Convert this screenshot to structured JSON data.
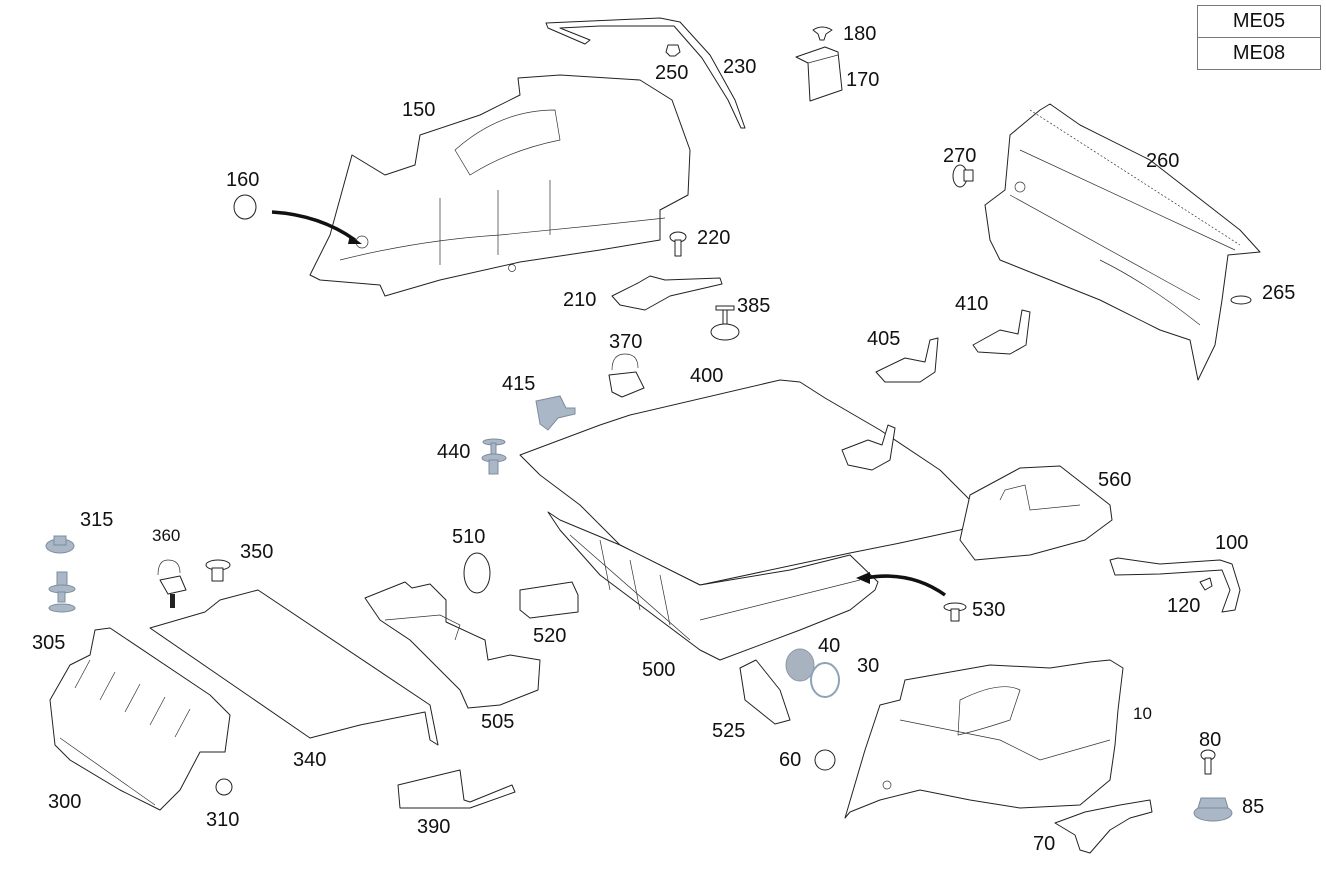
{
  "diagram": {
    "type": "exploded-parts-diagram",
    "subject": "trunk / luggage compartment trim",
    "variant_codes": [
      "ME05",
      "ME08"
    ],
    "colors": {
      "line": "#222222",
      "fastener_fill": "#a9b7c6",
      "ring": "#8fa2b6",
      "background": "#ffffff"
    },
    "part_labels": {
      "p10": "10",
      "p30": "30",
      "p40": "40",
      "p60": "60",
      "p70": "70",
      "p80": "80",
      "p85": "85",
      "p100": "100",
      "p120": "120",
      "p150": "150",
      "p160": "160",
      "p170": "170",
      "p180": "180",
      "p210": "210",
      "p220": "220",
      "p230": "230",
      "p250": "250",
      "p260": "260",
      "p265": "265",
      "p270": "270",
      "p300": "300",
      "p305": "305",
      "p310": "310",
      "p315": "315",
      "p340": "340",
      "p350": "350",
      "p360": "360",
      "p370": "370",
      "p385": "385",
      "p390": "390",
      "p400": "400",
      "p405": "405",
      "p410": "410",
      "p415": "415",
      "p440": "440",
      "p500": "500",
      "p505": "505",
      "p510": "510",
      "p520": "520",
      "p525": "525",
      "p530": "530",
      "p560": "560"
    },
    "icons": {
      "arrow_160": "curved-arrow-icon",
      "arrow_530": "curved-arrow-icon"
    }
  }
}
